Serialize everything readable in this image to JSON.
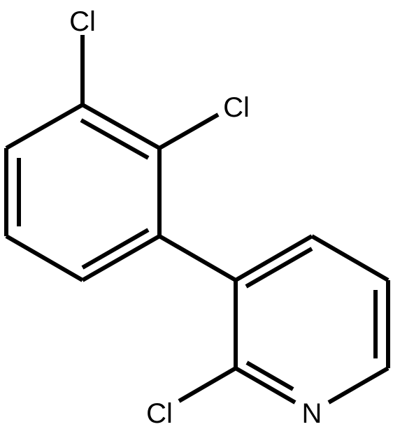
{
  "molecule": {
    "atoms": {
      "cl_top": "Cl",
      "cl_right": "Cl",
      "cl_bottom": "Cl",
      "n": "N"
    },
    "colors": {
      "bond": "#000000",
      "label": "#000000",
      "background": "#ffffff"
    }
  }
}
